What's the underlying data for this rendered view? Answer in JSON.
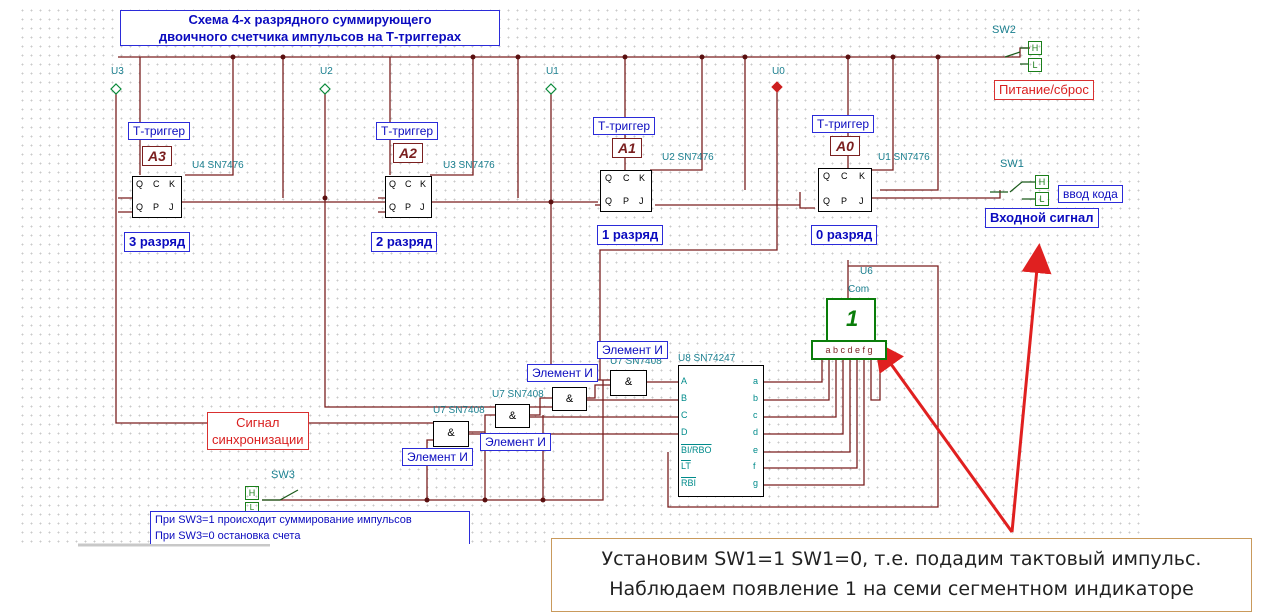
{
  "title": {
    "line1": "Схема 4-х разрядного суммирующего",
    "line2": "двоичного счетчика импульсов на Т-триггерах"
  },
  "power_label": "Питание/сброс",
  "input_signal_label": "Входной сигнал",
  "code_input_label": "ввод кода",
  "sync_label": {
    "line1": "Сигнал",
    "line2": "синхронизации"
  },
  "switches": {
    "sw1": "SW1",
    "sw2": "SW2",
    "sw3": "SW3",
    "high": "H",
    "low": "L"
  },
  "triggers": [
    {
      "type_label": "Т-триггер",
      "name": "A3",
      "chip": "U4 SN7476",
      "digit_label": "3 разряд",
      "probe": "U3"
    },
    {
      "type_label": "Т-триггер",
      "name": "A2",
      "chip": "U3 SN7476",
      "digit_label": "2 разряд",
      "probe": "U2"
    },
    {
      "type_label": "Т-триггер",
      "name": "A1",
      "chip": "U2 SN7476",
      "digit_label": "1 разряд",
      "probe": "U1"
    },
    {
      "type_label": "Т-триггер",
      "name": "A0",
      "chip": "U1 SN7476",
      "digit_label": "0 разряд",
      "probe": "U0"
    }
  ],
  "ff_pins": {
    "q": "Q",
    "qbar": "Q",
    "c": "C",
    "k": "K",
    "p": "P",
    "j": "J"
  },
  "gates": [
    {
      "label": "Элемент И",
      "chip": "U7 SN7408",
      "symbol": "&"
    },
    {
      "label": "Элемент И",
      "chip": "U7 SN7408",
      "symbol": "&"
    },
    {
      "label": "Элемент И",
      "chip": "U7 SN7408",
      "symbol": "&"
    },
    {
      "label": "Элемент И",
      "chip": "U7 SN7408",
      "symbol": "&"
    }
  ],
  "decoder": {
    "chip": "U8 SN74247",
    "inputs": [
      "A",
      "B",
      "C",
      "D"
    ],
    "controls": [
      "BI/RBO",
      "LT",
      "RBI"
    ],
    "outputs": [
      "a",
      "b",
      "c",
      "d",
      "e",
      "f",
      "g"
    ]
  },
  "display": {
    "chip": "U6",
    "com_label": "Com",
    "pins_label": "a b c d e f g",
    "digit": "1"
  },
  "sw3_note": {
    "line1": "При SW3=1 происходит суммирование импульсов",
    "line2": "При SW3=0 остановка счета"
  },
  "callout": {
    "line1": "Установим SW1=1 SW1=0, т.е. подадим тактовый импульс.",
    "line2": "Наблюдаем появление 1 на семи сегментном индикаторе"
  },
  "colors": {
    "wire": "#7a1f1f",
    "label_blue": "#0b0bbf",
    "label_red": "#d91f1f",
    "display_green": "#0a7d0a",
    "arrow_red": "#e02020"
  }
}
